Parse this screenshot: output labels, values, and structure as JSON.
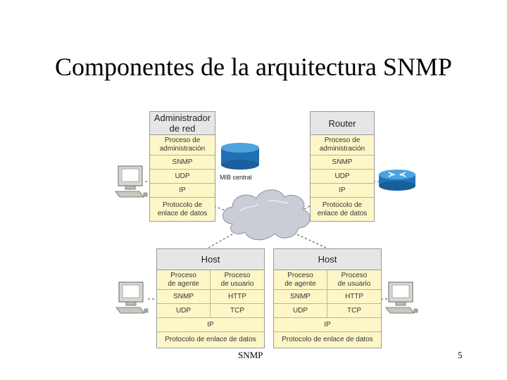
{
  "title": "Componentes de la arquitectura SNMP",
  "footer": {
    "center": "SNMP",
    "page": "5"
  },
  "mib_label": "MIB central",
  "admin": {
    "header": "Administrador\nde red",
    "layers": [
      "Proceso de\nadministración",
      "SNMP",
      "UDP",
      "IP",
      "Protocolo de\nenlace de datos"
    ]
  },
  "router": {
    "header": "Router",
    "layers": [
      "Proceso de\nadministración",
      "SNMP",
      "UDP",
      "IP",
      "Protocolo de\nenlace de datos"
    ]
  },
  "host_left": {
    "header": "Host",
    "row1": [
      "Proceso\nde agente",
      "Proceso\nde usuario"
    ],
    "row2": [
      "SNMP",
      "HTTP"
    ],
    "row3": [
      "UDP",
      "TCP"
    ],
    "ip": "IP",
    "link": "Protocolo de enlace de datos"
  },
  "host_right": {
    "header": "Host",
    "row1": [
      "Proceso\nde agente",
      "Proceso\nde usuario"
    ],
    "row2": [
      "SNMP",
      "HTTP"
    ],
    "row3": [
      "UDP",
      "TCP"
    ],
    "ip": "IP",
    "link": "Protocolo de enlace de datos"
  }
}
